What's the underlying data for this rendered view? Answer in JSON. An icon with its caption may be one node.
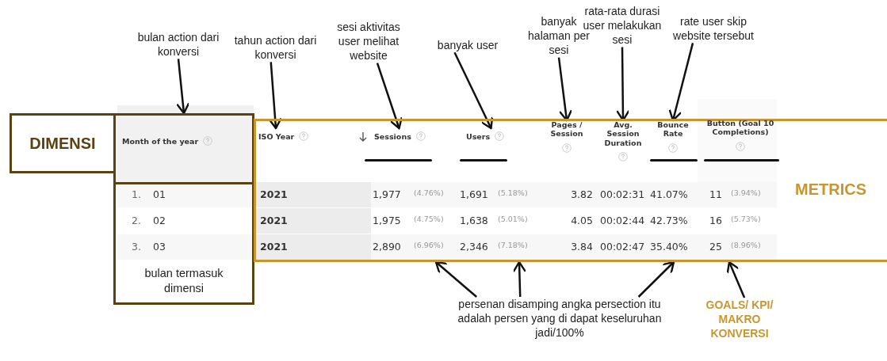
{
  "diagram": {
    "nodes": [
      {
        "text": [
          "bulan action dari konversi"
        ]
      },
      {
        "text": [
          "tahun action dari konversi"
        ]
      },
      {
        "text": [
          "sesi aktivitas user melihat website"
        ]
      },
      {
        "text": [
          "banyak user"
        ]
      },
      {
        "text": [
          "banyak halaman per sesi"
        ]
      },
      {
        "text": [
          "rata-rata durasi user melakukan sesi"
        ]
      },
      {
        "text": [
          "rate user skip website tersebut"
        ]
      },
      {
        "text": [
          "DIMENSI"
        ]
      },
      {
        "text": [
          "Month of the year"
        ]
      },
      {
        "text": [
          "bulan termasuk dimensi"
        ]
      },
      {
        "text": [
          "METRICS"
        ]
      },
      {
        "text": [
          "ISO Year"
        ],
        "in": 10
      },
      {
        "text": [
          "Sessions"
        ],
        "in": 10
      },
      {
        "text": [
          "Users"
        ],
        "in": 10
      },
      {
        "text": [
          "Pages / Session"
        ],
        "in": 10
      },
      {
        "text": [
          "Avg. Session Duration"
        ],
        "in": 10
      },
      {
        "text": [
          "Bounce Rate"
        ],
        "in": 10
      },
      {
        "text": [
          "Button (Goal 10 Completions)"
        ],
        "in": 10
      },
      {
        "text": [
          "persenan disamping angka persection itu adalah persen yang di dapat keseluruhan jadi/100%"
        ]
      },
      {
        "text": [
          "GOALS/ KPI/ MAKRO KONVERSI"
        ]
      }
    ],
    "edges": [
      {
        "from": 0,
        "to": 8,
        "arrow": "to"
      },
      {
        "from": 1,
        "to": 11,
        "arrow": "to"
      },
      {
        "from": 2,
        "to": 12,
        "arrow": "to"
      },
      {
        "from": 3,
        "to": 13,
        "arrow": "to"
      },
      {
        "from": 4,
        "to": 14,
        "arrow": "to"
      },
      {
        "from": 5,
        "to": 15,
        "arrow": "to"
      },
      {
        "from": 6,
        "to": 16,
        "arrow": "to"
      },
      {
        "from": 18,
        "to": 10,
        "arrow": "to"
      },
      {
        "from": 18,
        "to": 10,
        "arrow": "to"
      },
      {
        "from": 18,
        "to": 10,
        "arrow": "to"
      },
      {
        "from": 19,
        "to": 10,
        "arrow": "to"
      }
    ],
    "labels": [
      "1.",
      "01",
      "2021",
      "1,977",
      "(4.76%)",
      "1,691",
      "(5.18%)",
      "3.82",
      "00:02:31",
      "41.07%",
      "11",
      "(3.94%)",
      "2.",
      "02",
      "2021",
      "1,975",
      "(4.75%)",
      "1,638",
      "(5.01%)",
      "4.05",
      "00:02:44",
      "42.73%",
      "16",
      "(5.73%)",
      "3.",
      "03",
      "2021",
      "2,890",
      "(6.96%)",
      "2,346",
      "(7.18%)",
      "3.84",
      "00:02:47",
      "35.40%",
      "25",
      "(8.96%)"
    ]
  }
}
